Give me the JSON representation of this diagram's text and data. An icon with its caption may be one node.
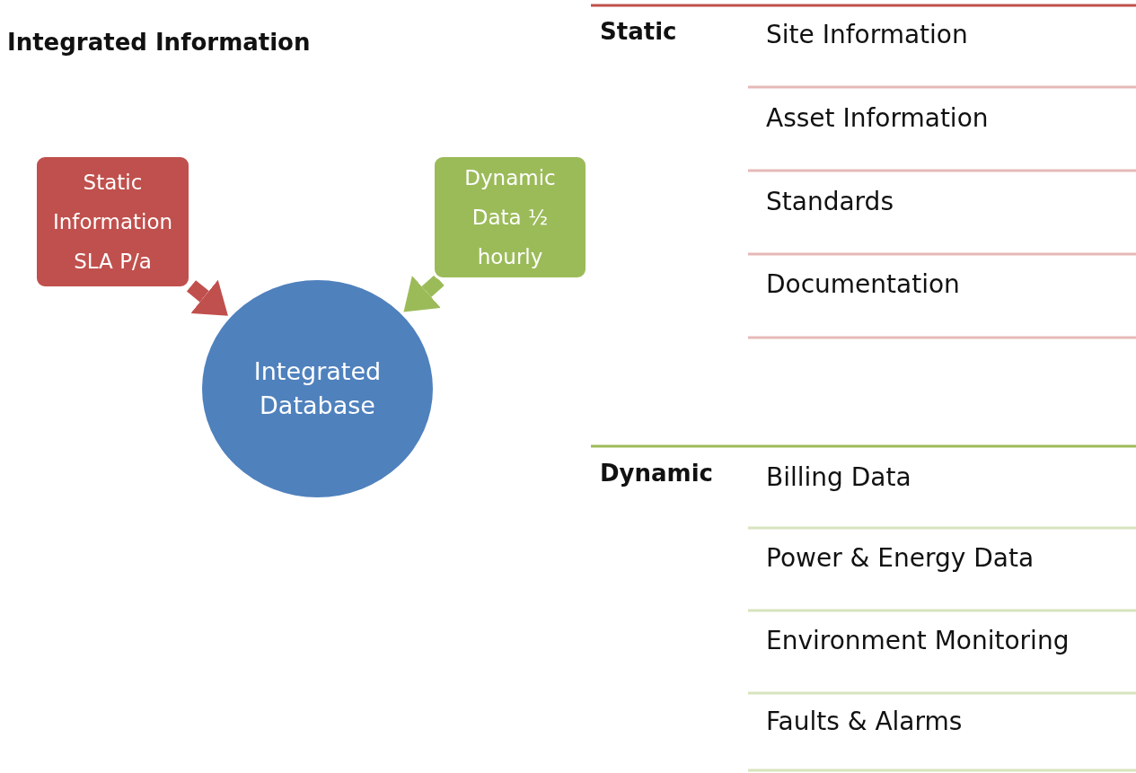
{
  "diagram": {
    "title": "Integrated Information",
    "nodes": [
      {
        "text": [
          "Static Information SLA P/a"
        ]
      },
      {
        "text": [
          "Dynamic Data ½ hourly"
        ]
      },
      {
        "text": [
          "Integrated Database"
        ]
      }
    ],
    "edges": [
      {
        "from": 0,
        "to": 2,
        "arrow": "to",
        "color": "#c0504d"
      },
      {
        "from": 1,
        "to": 2,
        "arrow": "to",
        "color": "#9bbb59"
      }
    ],
    "labels": [
      "Static",
      "Site Information",
      "Asset Information",
      "Standards",
      "Documentation",
      "Dynamic",
      "Billing Data",
      "Power & Energy Data",
      "Environment Monitoring",
      "Faults & Alarms"
    ]
  }
}
